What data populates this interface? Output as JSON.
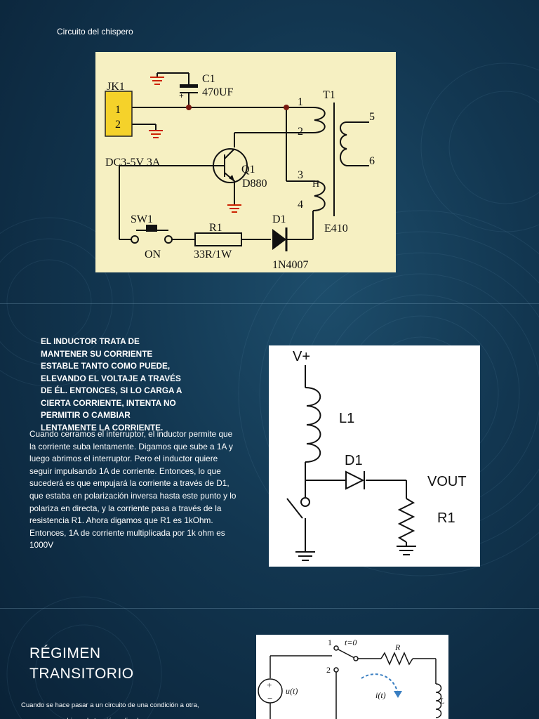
{
  "slide1": {
    "title": "Circuito del chispero",
    "diagram": {
      "jk1": "JK1",
      "jk1_pin1": "1",
      "jk1_pin2": "2",
      "c1": "C1",
      "c1_value": "470UF",
      "c1_polarity": "+",
      "supply": "DC3-5V 3A",
      "q1": "Q1",
      "q1_part": "D880",
      "t1": "T1",
      "t1_core": "E410",
      "t1_h": "H",
      "pin1": "1",
      "pin2": "2",
      "pin3": "3",
      "pin4": "4",
      "pin5": "5",
      "pin6": "6",
      "sw1": "SW1",
      "sw1_state": "ON",
      "r1": "R1",
      "r1_value": "33R/1W",
      "d1": "D1",
      "d1_part": "1N4007"
    }
  },
  "slide2": {
    "caps_text": "EL INDUCTOR TRATA DE MANTENER SU CORRIENTE ESTABLE TANTO COMO PUEDE, ELEVANDO EL VOLTAJE A TRAVÉS DE ÉL. ENTONCES, SI LO CARGA A CIERTA CORRIENTE, INTENTA NO PERMITIR O CAMBIAR LENTAMENTE LA CORRIENTE.",
    "body_text": "Cuando cerramos el interruptor, el inductor permite que la corriente suba lentamente. Digamos que sube a 1A y luego abrimos el interruptor. Pero el inductor quiere seguir impulsando 1A de corriente. Entonces, lo que sucederá es que empujará la corriente a través de D1, que estaba en polarización inversa hasta este punto y lo polariza en directa, y la corriente pasa a través de la resistencia R1. Ahora digamos que R1 es 1kOhm. Entonces, 1A de corriente multiplicada por 1k ohm es 1000V",
    "diagram": {
      "vplus": "V+",
      "l1": "L1",
      "d1": "D1",
      "vout": "VOUT",
      "r1": "R1"
    }
  },
  "slide3": {
    "title_line1": "RÉGIMEN",
    "title_line2": "TRANSITORIO",
    "body_text": "Cuando se hace pasar a un circuito de una condición a otra, sea por un cambio en la tensión aplicada o",
    "diagram": {
      "node1": "1",
      "node2": "2",
      "switch_time": "t=0",
      "r": "R",
      "source": "u(t)",
      "source_plus": "+",
      "source_minus": "−",
      "current": "i(t)",
      "l": "L"
    }
  },
  "colors": {
    "background": "#123650",
    "schematic_bg": "#f6f0c2",
    "connector_yellow": "#f5d22a",
    "ground_red": "#cc2200"
  }
}
